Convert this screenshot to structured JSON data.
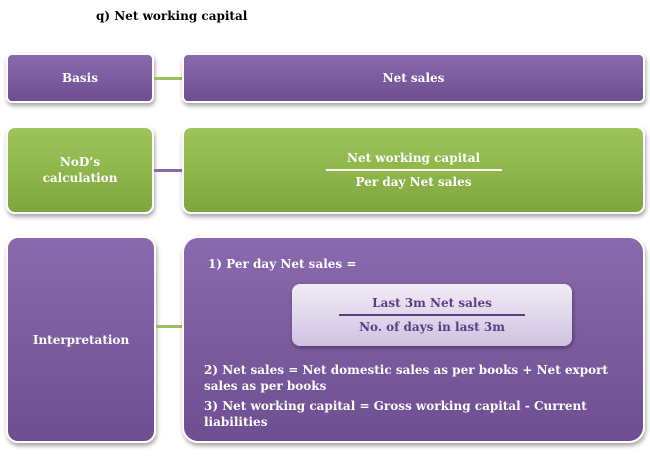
{
  "title": "q)  Net working capital",
  "rows": {
    "basis": {
      "label": "Basis",
      "value": "Net sales"
    },
    "nod": {
      "label": "NoD’s calculation",
      "numerator": "Net working capital",
      "denominator": "Per day Net sales"
    },
    "interpretation": {
      "label": "Interpretation",
      "step1": "1) Per day Net sales =",
      "inner_numerator": "Last 3m Net sales",
      "inner_denominator": "No. of days in last 3m",
      "step2": "2) Net sales = Net domestic sales as per books + Net export sales as per books",
      "step3": "3) Net working capital = Gross working capital - Current liabilities"
    }
  },
  "colors": {
    "purple": "#7a5b9e",
    "green": "#8cb54a",
    "inner_box": "#ddd3ea",
    "inner_text": "#5b3d84"
  }
}
